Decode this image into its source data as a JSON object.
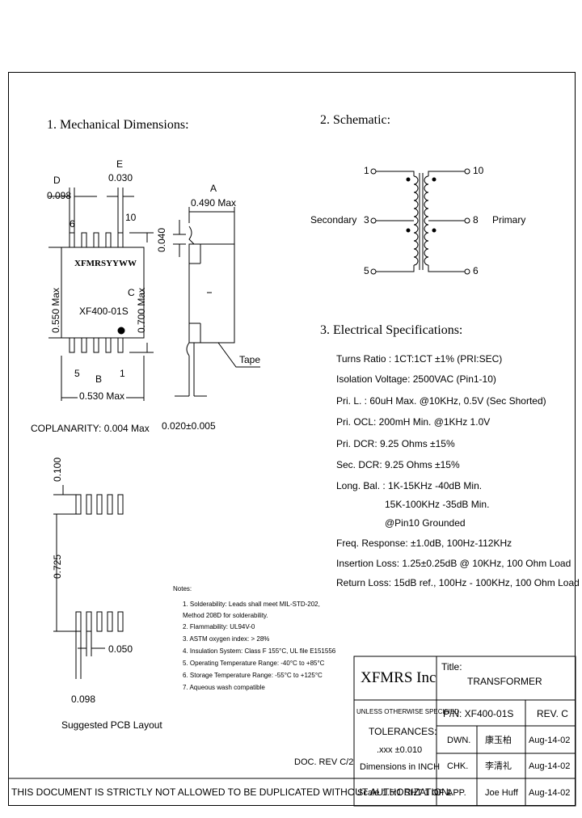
{
  "sections": {
    "mechanical": "1. Mechanical Dimensions:",
    "schematic": "2. Schematic:",
    "electrical": "3. Electrical   Specifications:"
  },
  "dimensions": {
    "d_label": "D",
    "d_value": "0.098",
    "e_label": "E",
    "e_value": "0.030",
    "a_label": "A",
    "a_value": "0.490 Max",
    "b_label": "B",
    "b_value": "0.530 Max",
    "c_label": "C",
    "h_0040": "0.040",
    "h_0550": "0.550 Max",
    "h_0700": "0.700 Max",
    "pin6": "6",
    "pin10": "10",
    "pin5": "5",
    "pin1": "1",
    "marking1": "XFMRSYYWW",
    "marking2": "XF400-01S",
    "tape": "Tape",
    "coplanarity": "COPLANARITY: 0.004 Max",
    "lead": "0.020±0.005"
  },
  "pcb": {
    "v0100": "0.100",
    "v0725": "0.725",
    "h0050": "0.050",
    "h0098": "0.098",
    "caption": "Suggested PCB Layout"
  },
  "schematic": {
    "pin1": "1",
    "pin3": "3",
    "pin5": "5",
    "pin10": "10",
    "pin8": "8",
    "pin6": "6",
    "secondary": "Secondary",
    "primary": "Primary"
  },
  "specs": [
    "Turns Ratio : 1CT:1CT ±1% (PRI:SEC)",
    "Isolation Voltage: 2500VAC (Pin1-10)",
    "Pri. L. : 60uH Max. @10KHz, 0.5V (Sec Shorted)",
    "Pri. OCL: 200mH Min. @1KHz 1.0V",
    "Pri. DCR: 9.25 Ohms ±15%",
    "Sec. DCR: 9.25 Ohms ±15%",
    "Long. Bal. : 1K-15KHz   -40dB Min.",
    "15K-100KHz   -35dB Min.",
    "@Pin10 Grounded",
    "Freq. Response: ±1.0dB, 100Hz-112KHz",
    "Insertion Loss: 1.25±0.25dB @ 10KHz, 100 Ohm Load",
    "Return Loss: 15dB ref., 100Hz - 100KHz, 100 Ohm Load"
  ],
  "notes": {
    "title": "Notes:",
    "items": [
      "1. Solderability: Leads shall meet MIL-STD-202,",
      "   Method 208D for solderability.",
      "2. Flammability: UL94V-0",
      "3. ASTM oxygen index: > 28%",
      "4. Insulation System: Class F 155°C, UL file E151556",
      "5. Operating Temperature Range: -40°C to +85°C",
      "6. Storage Temperature Range: -55°C to +125°C",
      "7. Aqueous wash compatible"
    ]
  },
  "title_block": {
    "company": "XFMRS Inc",
    "title_label": "Title:",
    "title": "TRANSFORMER",
    "unless": "UNLESS OTHERWISE SPECIFIED",
    "tolerances": "TOLERANCES:",
    "tol_value": ".xxx ±0.010",
    "dims": "Dimensions in INCH",
    "pn": "P/N: XF400-01S",
    "rev": "REV. C",
    "dwn_label": "DWN.",
    "dwn_name": "康玉柏",
    "dwn_date": "Aug-14-02",
    "chk_label": "CHK.",
    "chk_name": "李清礼",
    "chk_date": "Aug-14-02",
    "app_label": "APP.",
    "app_name": "Joe Huff",
    "app_date": "Aug-14-02",
    "scale": "Scale 1.5:1 SHT 1 OF 1",
    "doc_rev": "DOC. REV C/2",
    "warning": "THIS DOCUMENT IS STRICTLY NOT ALLOWED TO BE DUPLICATED WITHOUT AUTHORIZATION"
  }
}
